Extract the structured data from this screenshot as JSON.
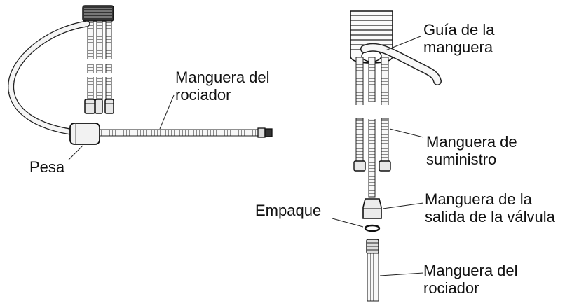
{
  "labels": {
    "spray_hose_left": [
      "Manguera del",
      "rociador"
    ],
    "weight": "Pesa",
    "hose_guide": [
      "Guía de la",
      "manguera"
    ],
    "supply_hose": [
      "Manguera de",
      "suministro"
    ],
    "valve_outlet_hose": [
      "Manguera de la",
      "salida de la válvula"
    ],
    "gasket": "Empaque",
    "spray_hose_right": [
      "Manguera del",
      "rociador"
    ]
  },
  "colors": {
    "line": "#1a1a1a",
    "hose_fill": "#f4f4f4",
    "dark": "#2b2b2b"
  }
}
